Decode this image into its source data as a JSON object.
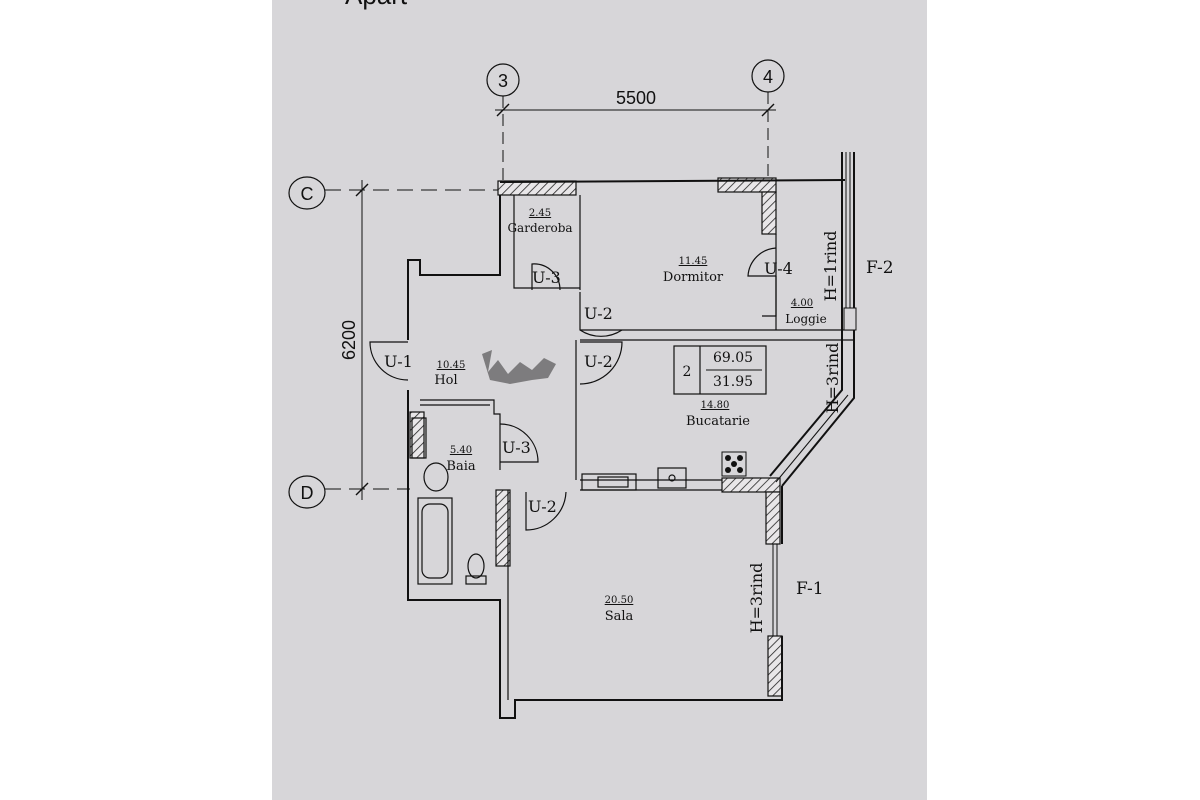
{
  "header_text": "Apart",
  "axes": {
    "col_left": "3",
    "col_right": "4",
    "row_top": "C",
    "row_bottom": "D"
  },
  "dimensions": {
    "width": "5500",
    "height": "6200"
  },
  "rooms": {
    "garderoba": {
      "area": "2.45",
      "name": "Garderoba"
    },
    "dormitor": {
      "area": "11.45",
      "name": "Dormitor"
    },
    "loggie": {
      "area": "4.00",
      "name": "Loggie"
    },
    "hol": {
      "area": "10.45",
      "name": "Hol"
    },
    "bucatarie": {
      "area": "14.80",
      "name": "Bucatarie"
    },
    "baia": {
      "area": "5.40",
      "name": "Baia"
    },
    "sala": {
      "area": "20.50",
      "name": "Sala"
    }
  },
  "doors": {
    "u1": "U-1",
    "u3_top": "U-3",
    "u2_dorm": "U-2",
    "u4": "U-4",
    "u2_kitchen": "U-2",
    "u3_bath": "U-3",
    "u2_sala": "U-2"
  },
  "windows": {
    "h1rind": "H=1rind",
    "h3rind_kitchen": "H=3rind",
    "h3rind_sala": "H=3rind",
    "f2": "F-2",
    "f1": "F-1"
  },
  "summary": {
    "rooms": "2",
    "total_area": "69.05",
    "living_area": "31.95"
  }
}
